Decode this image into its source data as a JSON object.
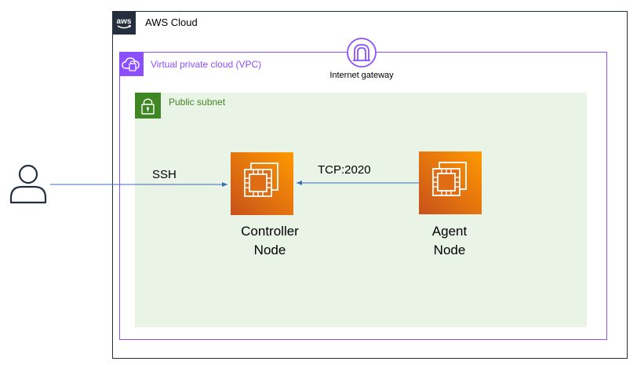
{
  "groups": {
    "aws_cloud": {
      "label": "AWS Cloud",
      "border_color": "#232f3e"
    },
    "vpc": {
      "label": "Virtual private cloud (VPC)",
      "border_color": "#8c4fff"
    },
    "public_subnet": {
      "label": "Public subnet",
      "fill": "#e9f3e6",
      "accent": "#3f8624"
    }
  },
  "internet_gateway": {
    "label": "Internet gateway",
    "icon": "internet-gateway-icon"
  },
  "nodes": {
    "controller": {
      "label_line1": "Controller",
      "label_line2": "Node",
      "icon": "ec2-instance-icon"
    },
    "agent": {
      "label_line1": "Agent",
      "label_line2": "Node",
      "icon": "ec2-instance-icon"
    }
  },
  "user": {
    "icon": "user-icon"
  },
  "connections": {
    "ssh": {
      "label": "SSH",
      "from": "user",
      "to": "controller",
      "color": "#3d6fb6"
    },
    "tcp": {
      "label": "TCP:2020",
      "from": "agent",
      "to": "controller",
      "color": "#3d6fb6"
    }
  },
  "colors": {
    "ec2_gradient_start": "#c8511b",
    "ec2_gradient_end": "#ff9900"
  }
}
